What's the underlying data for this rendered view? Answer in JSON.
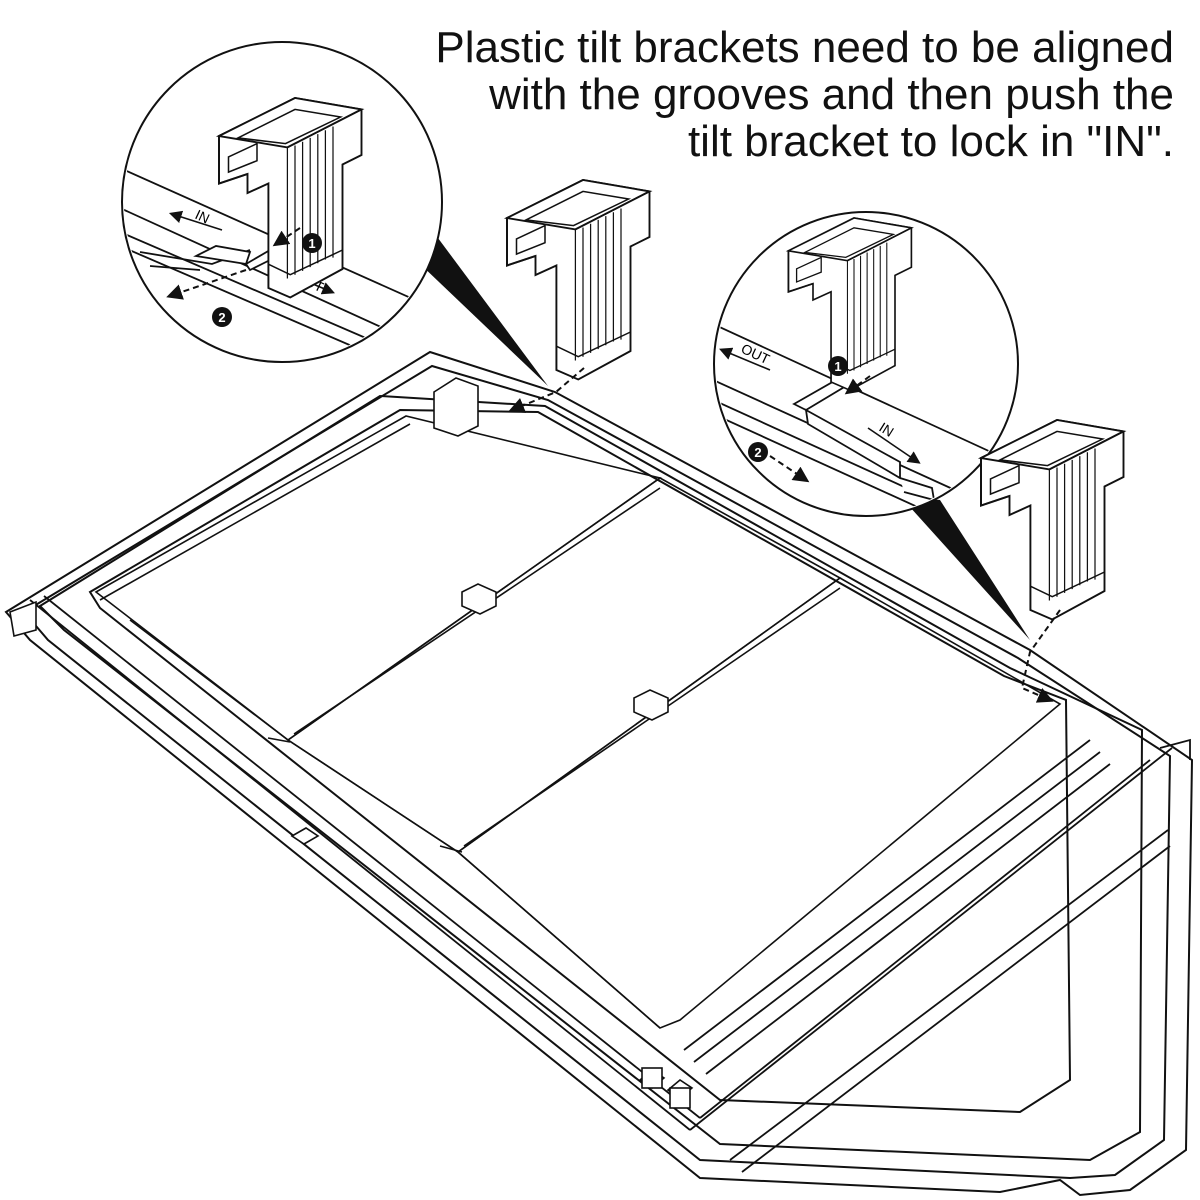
{
  "caption": {
    "lines": [
      "Plastic tilt brackets need to be aligned",
      "with the grooves and then push the",
      "tilt bracket to lock in \"IN\"."
    ]
  },
  "callout_left": {
    "in_label": "IN",
    "out_label": "OUT",
    "step1": "1",
    "step2": "2"
  },
  "callout_right": {
    "in_label": "IN",
    "out_label": "OUT",
    "step1": "1",
    "step2": "2"
  },
  "colors": {
    "line": "#111111",
    "background": "#ffffff"
  }
}
